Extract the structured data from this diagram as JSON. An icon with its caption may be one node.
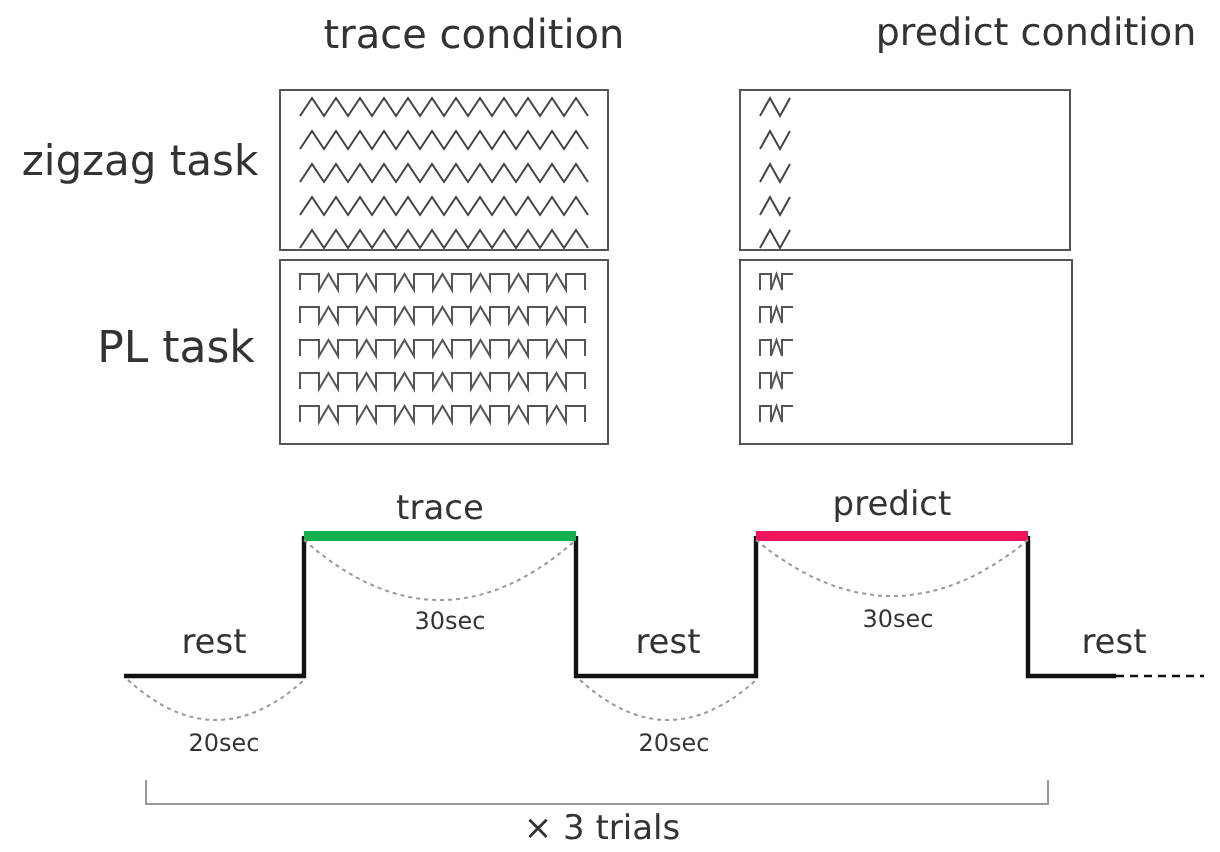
{
  "diagram": {
    "labels": [
      "trace condition",
      "predict condition",
      "zigzag task",
      "PL task",
      "trace",
      "predict",
      "rest",
      "30sec",
      "rest",
      "30sec",
      "rest",
      "20sec",
      "20sec",
      "× 3 trials"
    ]
  }
}
